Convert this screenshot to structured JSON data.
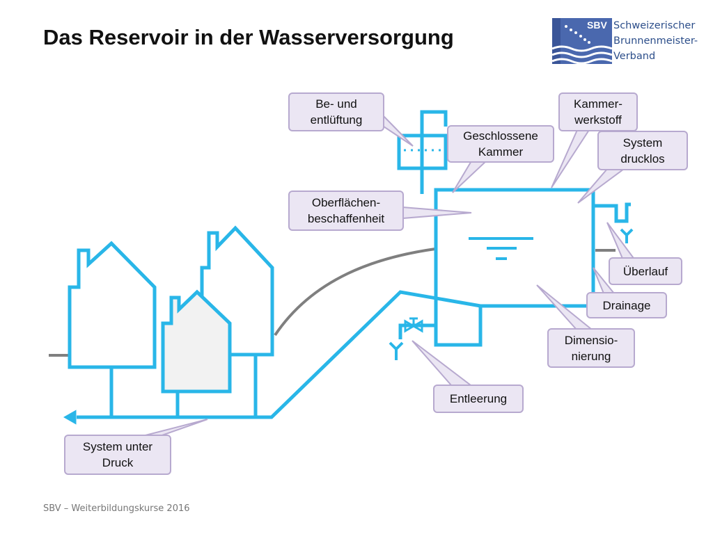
{
  "title": "Das Reservoir in der Wasserversorgung",
  "logo": {
    "abbrev": "SBV",
    "line1": "Schweizerischer",
    "line2": "Brunnenmeister-",
    "line3": "Verband"
  },
  "callouts": {
    "be_entlueftung": [
      "Be- und",
      "entlüftung"
    ],
    "kammerwerkstoff": [
      "Kammer-",
      "werkstoff"
    ],
    "geschlossene_kammer": [
      "Geschlossene",
      "Kammer"
    ],
    "system_drucklos": [
      "System",
      "drucklos"
    ],
    "oberflaechen": [
      "Oberflächen-",
      "beschaffenheit"
    ],
    "ueberlauf": [
      "Überlauf"
    ],
    "drainage": [
      "Drainage"
    ],
    "dimensionierung": [
      "Dimensio-",
      "nierung"
    ],
    "entleerung": [
      "Entleerung"
    ],
    "system_unter_druck": [
      "System unter",
      "Druck"
    ]
  },
  "footer": "SBV – Weiterbildungskurse 2016",
  "colors": {
    "pipe": "#29b6e8",
    "terrain": "#7f7f7f",
    "callout_fill": "#ebe6f3",
    "callout_border": "#b7a9cf",
    "logo_blue": "#2c4e8a"
  }
}
